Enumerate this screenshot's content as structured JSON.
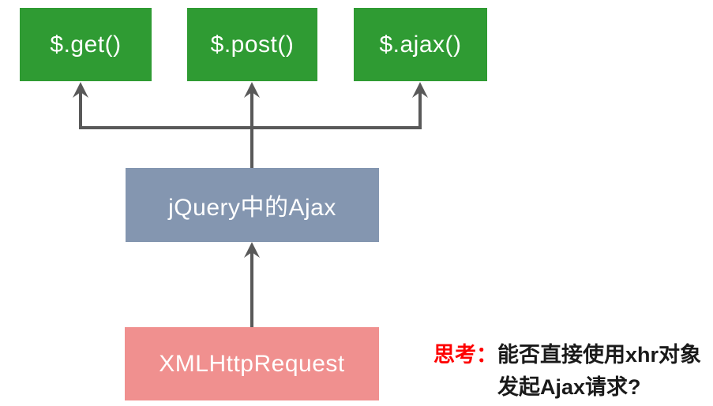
{
  "diagram": {
    "nodes": {
      "get": {
        "label": "$.get()"
      },
      "post": {
        "label": "$.post()"
      },
      "ajax": {
        "label": "$.ajax()"
      },
      "jquery": {
        "label": "jQuery中的Ajax"
      },
      "xhr": {
        "label": "XMLHttpRequest"
      }
    },
    "colors": {
      "top_box_bg": "#2F9B33",
      "middle_box_bg": "#8496B0",
      "bottom_box_bg": "#F0908F",
      "box_text": "#FFFFFF",
      "arrow": "#595959",
      "note_prefix": "#FE0000",
      "note_text": "#1A1A1A",
      "background": "#FFFFFF"
    }
  },
  "note": {
    "prefix": "思考：",
    "line1": "能否直接使用xhr对象",
    "line2": "发起Ajax请求?"
  }
}
